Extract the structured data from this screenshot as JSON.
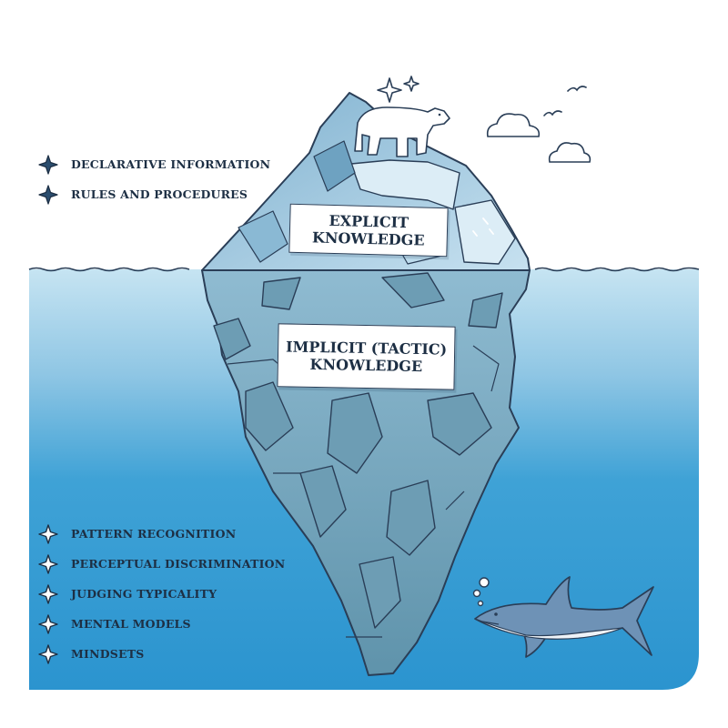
{
  "explicit": {
    "label_line1": "Explicit",
    "label_line2": "knowledge",
    "items": [
      {
        "label": "Declarative information"
      },
      {
        "label": "Rules and procedures"
      }
    ]
  },
  "implicit": {
    "label_line1": "Implicit (tactic)",
    "label_line2": "knowledge",
    "items": [
      {
        "label": "Pattern recognition"
      },
      {
        "label": "Perceptual discrimination"
      },
      {
        "label": "Judging typicality"
      },
      {
        "label": "Mental models"
      },
      {
        "label": "Mindsets"
      }
    ]
  },
  "icons": {
    "bullet": "sparkle-icon",
    "sky": [
      "sparkle-icon",
      "cloud-icon",
      "bird-icon"
    ],
    "characters": [
      "polar-bear-icon",
      "shark-icon",
      "bubbles-icon"
    ]
  },
  "colors": {
    "water_light": "#a8d3ea",
    "water_deep": "#2f9ad3",
    "ice_above": "#a9cde3",
    "ice_below": "#7aa7be",
    "outline": "#2a3e57"
  }
}
